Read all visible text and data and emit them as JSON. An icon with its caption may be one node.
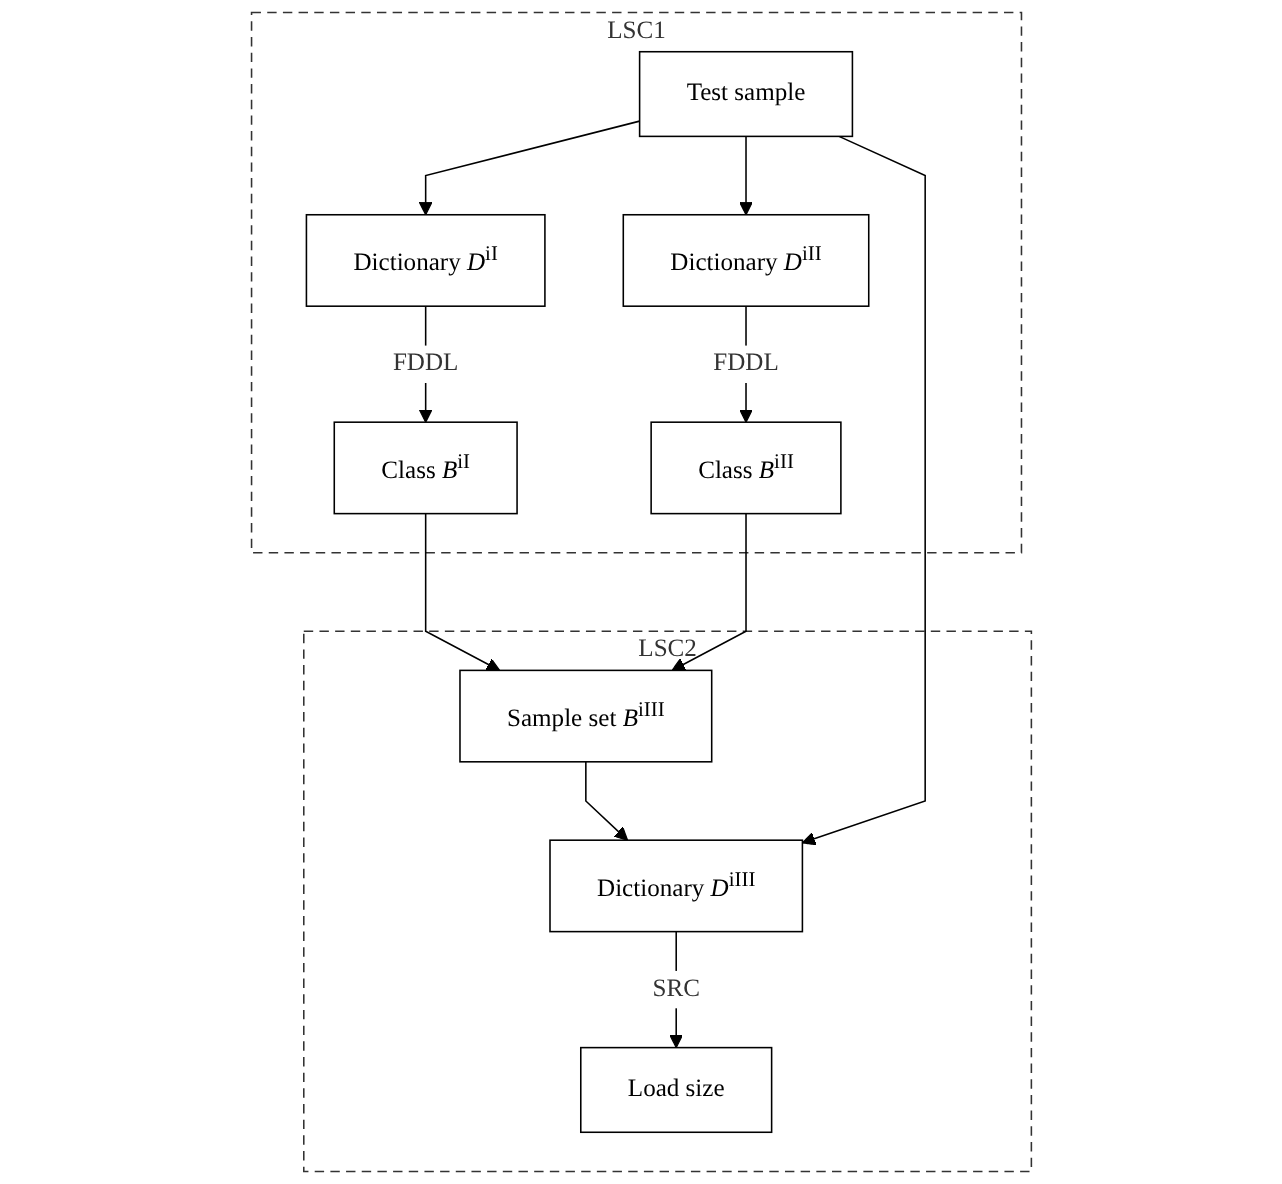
{
  "diagram": {
    "nodes": [
      {
        "text": [
          "LSC1"
        ]
      },
      {
        "text": [
          "Test sample"
        ],
        "in": 0
      },
      {
        "text": [
          "Dictionary *D*$^{iI}$"
        ],
        "in": 0
      },
      {
        "text": [
          "Dictionary *D*$^{iII}$"
        ],
        "in": 0
      },
      {
        "text": [
          "Class *B*$^{iI}$"
        ],
        "in": 0
      },
      {
        "text": [
          "Class *B*$^{iII}$"
        ],
        "in": 0
      },
      {
        "text": [
          "LSC2"
        ]
      },
      {
        "text": [
          "Sample set *B*$^{iIII}$"
        ],
        "in": 6
      },
      {
        "text": [
          "Dictionary *D*$^{iIII}$"
        ],
        "in": 6
      },
      {
        "text": [
          "Load size"
        ],
        "in": 6
      }
    ],
    "edges": [
      {
        "from": 1,
        "to": 2,
        "arrow": "to"
      },
      {
        "from": 1,
        "to": 3,
        "arrow": "to"
      },
      {
        "from": 2,
        "to": 4,
        "arrow": "to",
        "label": "FDDL"
      },
      {
        "from": 3,
        "to": 5,
        "arrow": "to",
        "label": "FDDL"
      },
      {
        "from": 4,
        "to": 7,
        "arrow": "to"
      },
      {
        "from": 5,
        "to": 7,
        "arrow": "to"
      },
      {
        "from": 7,
        "to": 8,
        "arrow": "to"
      },
      {
        "from": 1,
        "to": 8,
        "arrow": "to"
      },
      {
        "from": 8,
        "to": 9,
        "arrow": "to",
        "label": "SRC"
      }
    ]
  }
}
